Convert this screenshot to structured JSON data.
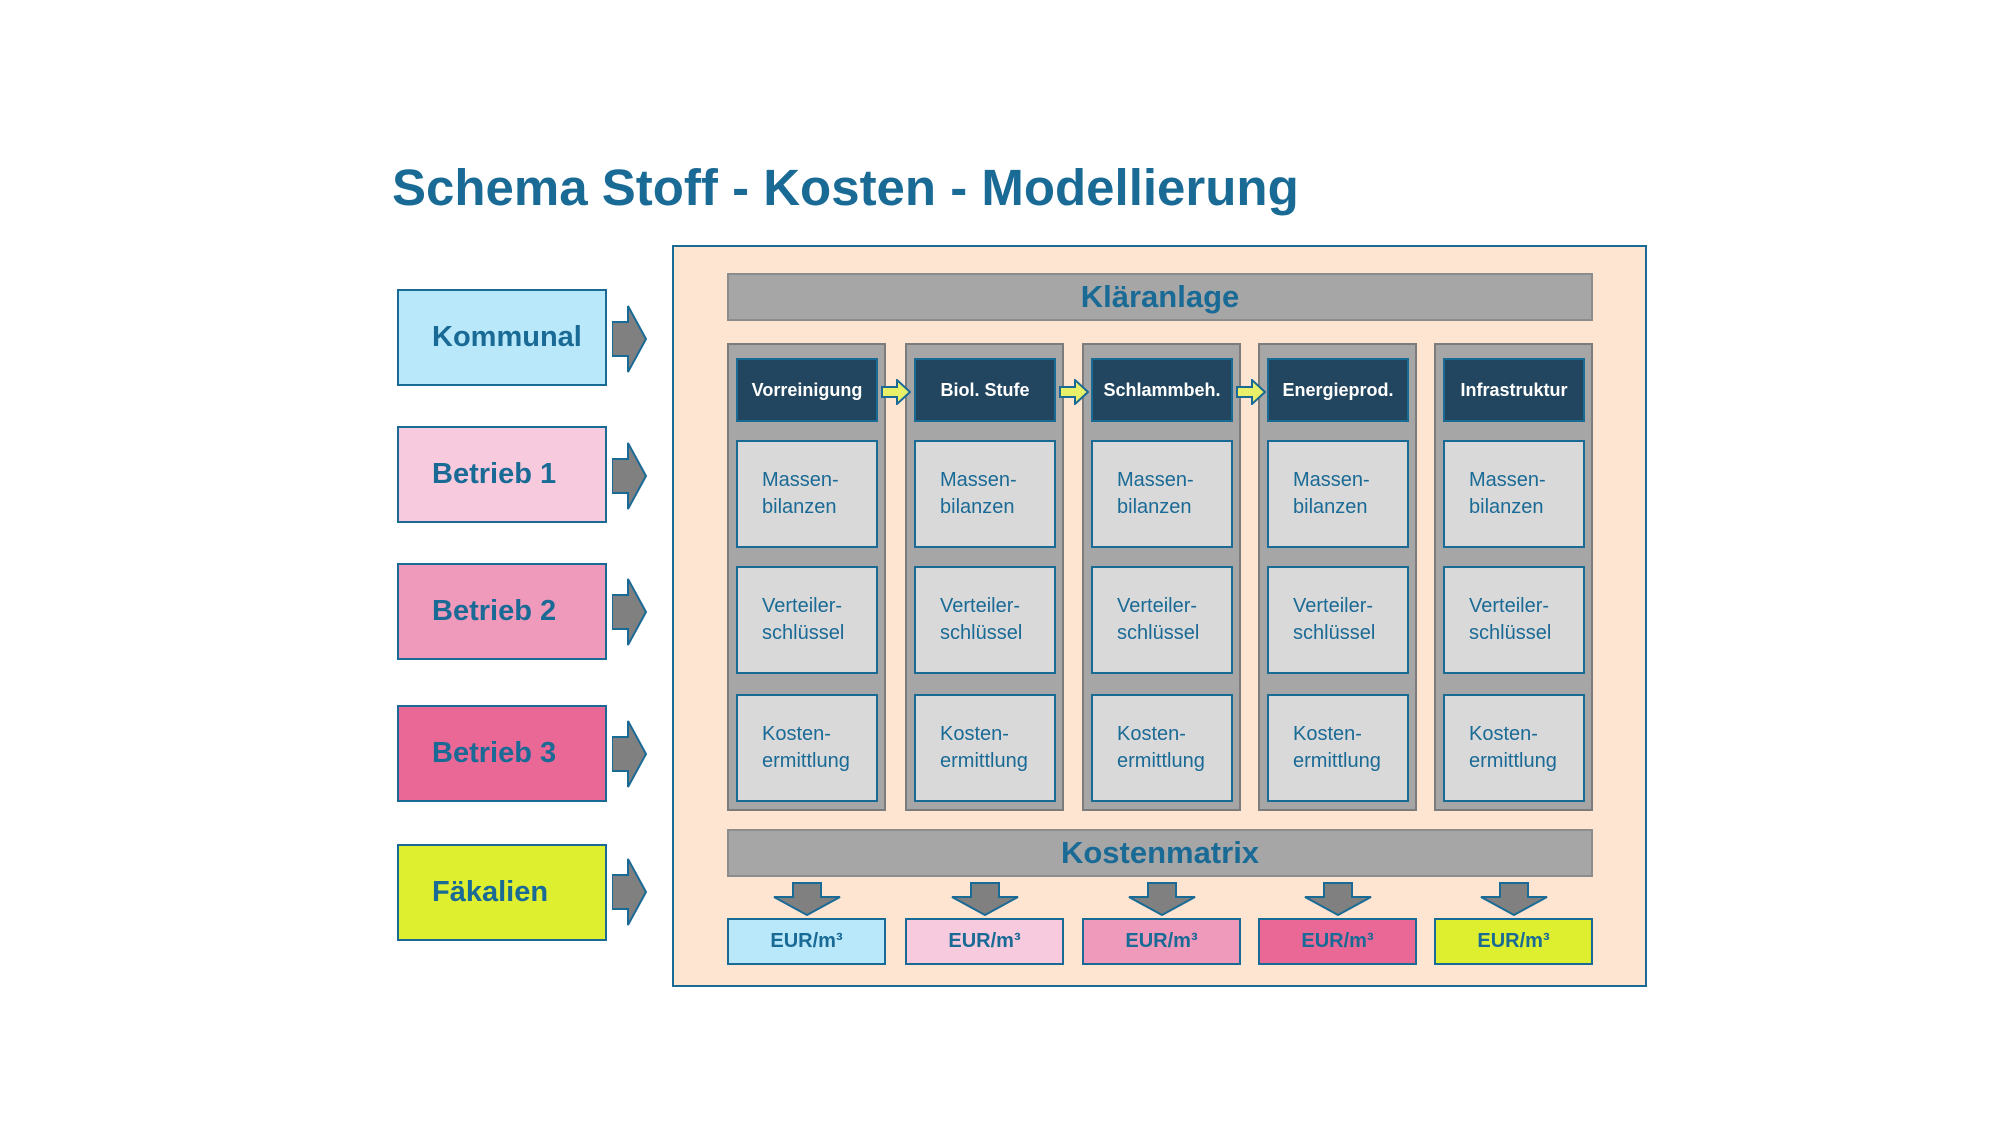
{
  "title": "Schema Stoff - Kosten - Modellierung",
  "sources": [
    {
      "label": "Kommunal",
      "color": "#b9e8fb"
    },
    {
      "label": "Betrieb 1",
      "color": "#f7cbdd"
    },
    {
      "label": "Betrieb 2",
      "color": "#ef9aba"
    },
    {
      "label": "Betrieb 3",
      "color": "#e96895"
    },
    {
      "label": "Fäkalien",
      "color": "#ddef2f"
    }
  ],
  "plant": {
    "header": "Kläranlage",
    "stages": [
      {
        "label": "Vorreinigung"
      },
      {
        "label": "Biol. Stufe"
      },
      {
        "label": "Schlammbeh."
      },
      {
        "label": "Energieprod."
      },
      {
        "label": "Infrastruktur"
      }
    ],
    "cells": [
      {
        "line1": "Massen-",
        "line2": "bilanzen"
      },
      {
        "line1": "Verteiler-",
        "line2": "schlüssel"
      },
      {
        "line1": "Kosten-",
        "line2": "ermittlung"
      }
    ],
    "matrix": "Kostenmatrix"
  },
  "results": [
    {
      "label": "EUR/m³",
      "color": "#b9e8fb"
    },
    {
      "label": "EUR/m³",
      "color": "#f7cbdd"
    },
    {
      "label": "EUR/m³",
      "color": "#ef9aba"
    },
    {
      "label": "EUR/m³",
      "color": "#e96895"
    },
    {
      "label": "EUR/m³",
      "color": "#ddef2f"
    }
  ],
  "colors": {
    "accent": "#1a6a96",
    "frame_fill": "#fde5d2",
    "stage_header": "#22465f",
    "flow_arrow": "#e8f06a",
    "gray_arrow": "#808080"
  }
}
